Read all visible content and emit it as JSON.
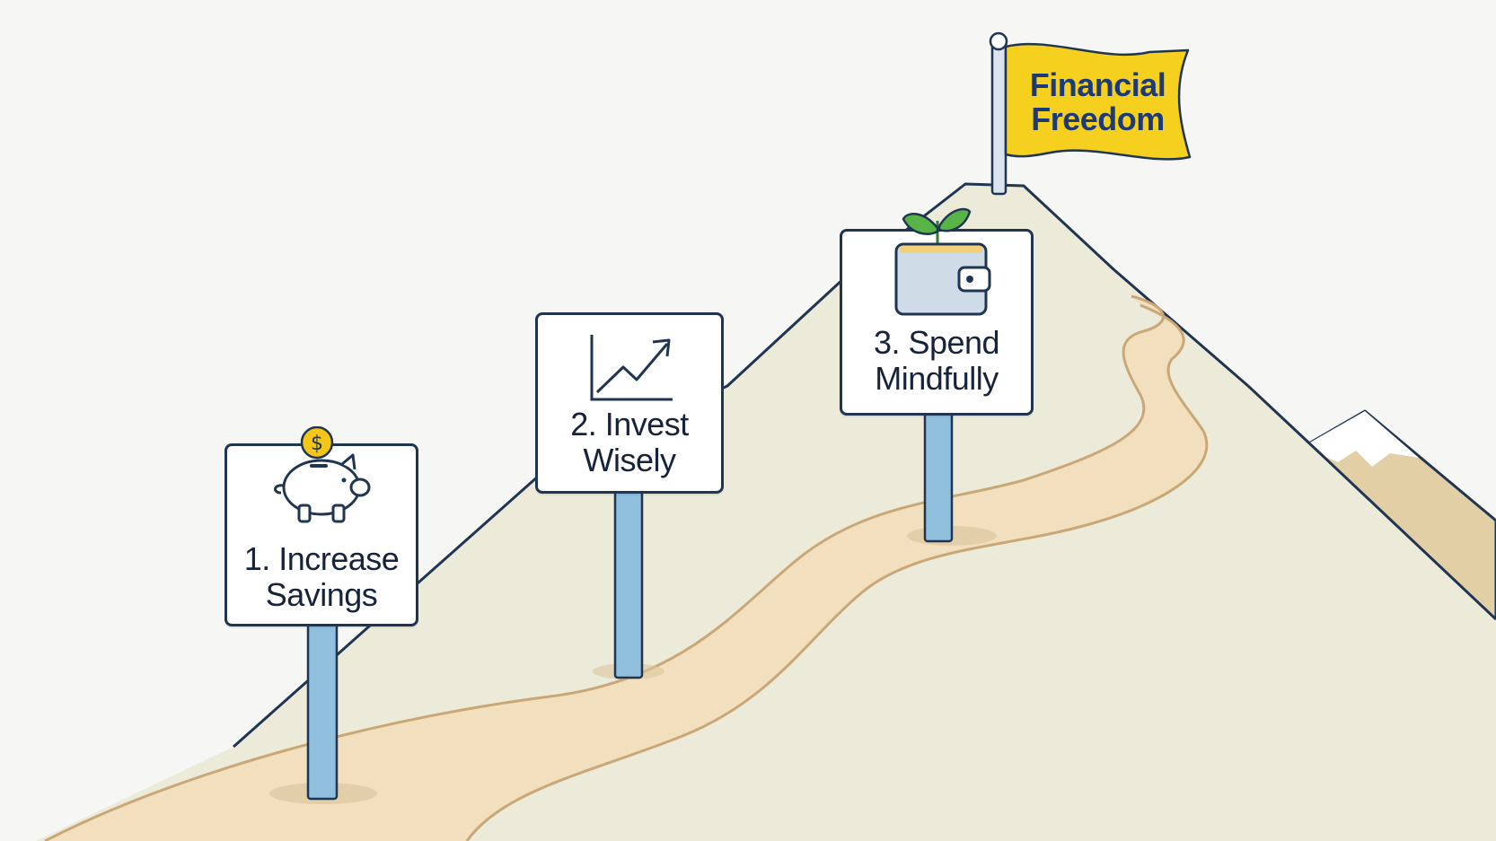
{
  "goal": {
    "label": "Financial Freedom"
  },
  "steps": [
    {
      "label_line1": "1. Increase",
      "label_line2": "Savings",
      "icon": "piggy-bank-icon"
    },
    {
      "label_line1": "2. Invest",
      "label_line2": "Wisely",
      "icon": "trend-up-chart-icon"
    },
    {
      "label_line1": "3. Spend",
      "label_line2": "Mindfully",
      "icon": "wallet-sprout-icon"
    }
  ],
  "colors": {
    "outline": "#1f3552",
    "mountain": "#ecead9",
    "path": "#f1dfbe",
    "path_edge": "#caa777",
    "post": "#8fbfdc",
    "flag": "#f5d01f",
    "flag_text": "#1c3a78"
  }
}
